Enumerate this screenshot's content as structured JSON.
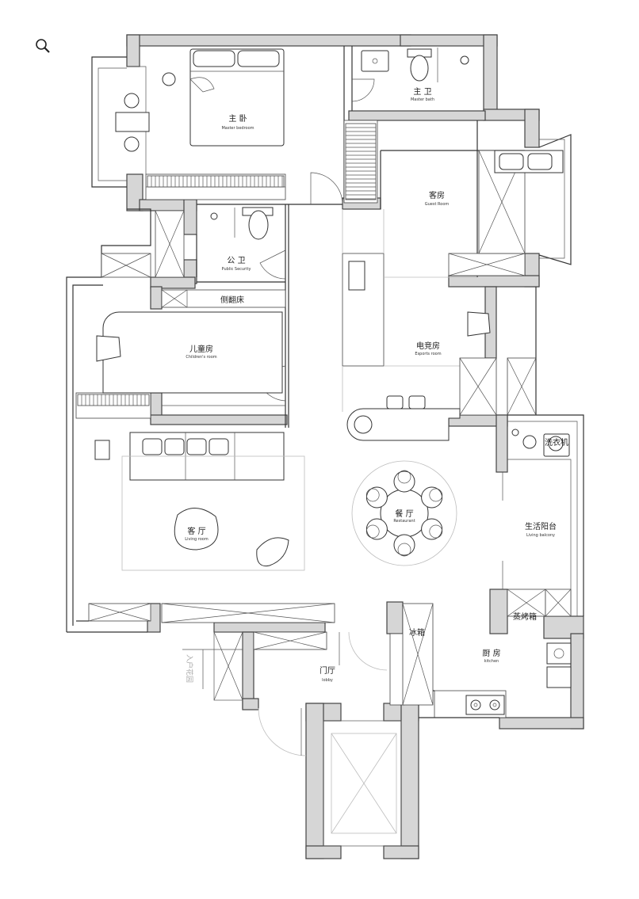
{
  "toolbar": {
    "zoom_icon": "magnifier-icon"
  },
  "rooms": {
    "master_bedroom": {
      "cn": "主 卧",
      "en": "Master bedroom"
    },
    "master_bath": {
      "cn": "主 卫",
      "en": "Master bath"
    },
    "guest_room": {
      "cn": "客房",
      "en": "Guest Room"
    },
    "public_bath": {
      "cn": "公 卫",
      "en": "Public Security"
    },
    "side_bed": {
      "cn": "侧翻床"
    },
    "children_room": {
      "cn": "儿童房",
      "en": "Children's room"
    },
    "esports_room": {
      "cn": "电竞房",
      "en": "Esports room"
    },
    "living_room": {
      "cn": "客 厅",
      "en": "Living room"
    },
    "restaurant": {
      "cn": "餐 厅",
      "en": "Restaurant"
    },
    "washing_machine": {
      "cn": "洗衣机"
    },
    "living_balcony": {
      "cn": "生活阳台",
      "en": "Living balcony"
    },
    "steam_oven": {
      "cn": "蒸烤箱"
    },
    "fridge": {
      "cn": "冰箱"
    },
    "lobby": {
      "cn": "门厅",
      "en": "lobby"
    },
    "kitchen": {
      "cn": "厨 房",
      "en": "kitchen"
    }
  },
  "side_text": "入户花园"
}
